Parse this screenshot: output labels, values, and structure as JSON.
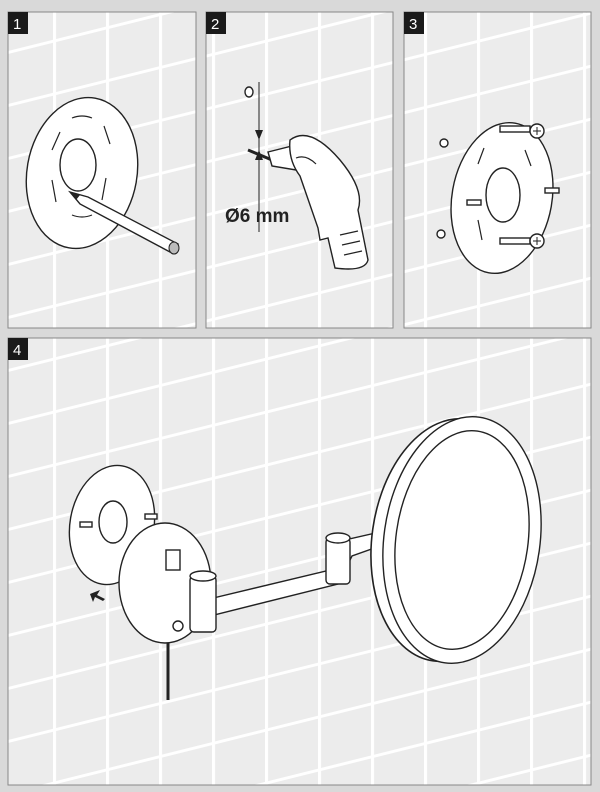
{
  "steps": [
    {
      "number": "1"
    },
    {
      "number": "2",
      "dimension_label": "Ø6 mm"
    },
    {
      "number": "3"
    },
    {
      "number": "4"
    }
  ],
  "colors": {
    "frame": "#d9d9d9",
    "tile": "#ececec",
    "grout": "#ffffff",
    "line": "#222222",
    "label_bg": "#1a1a1a"
  }
}
